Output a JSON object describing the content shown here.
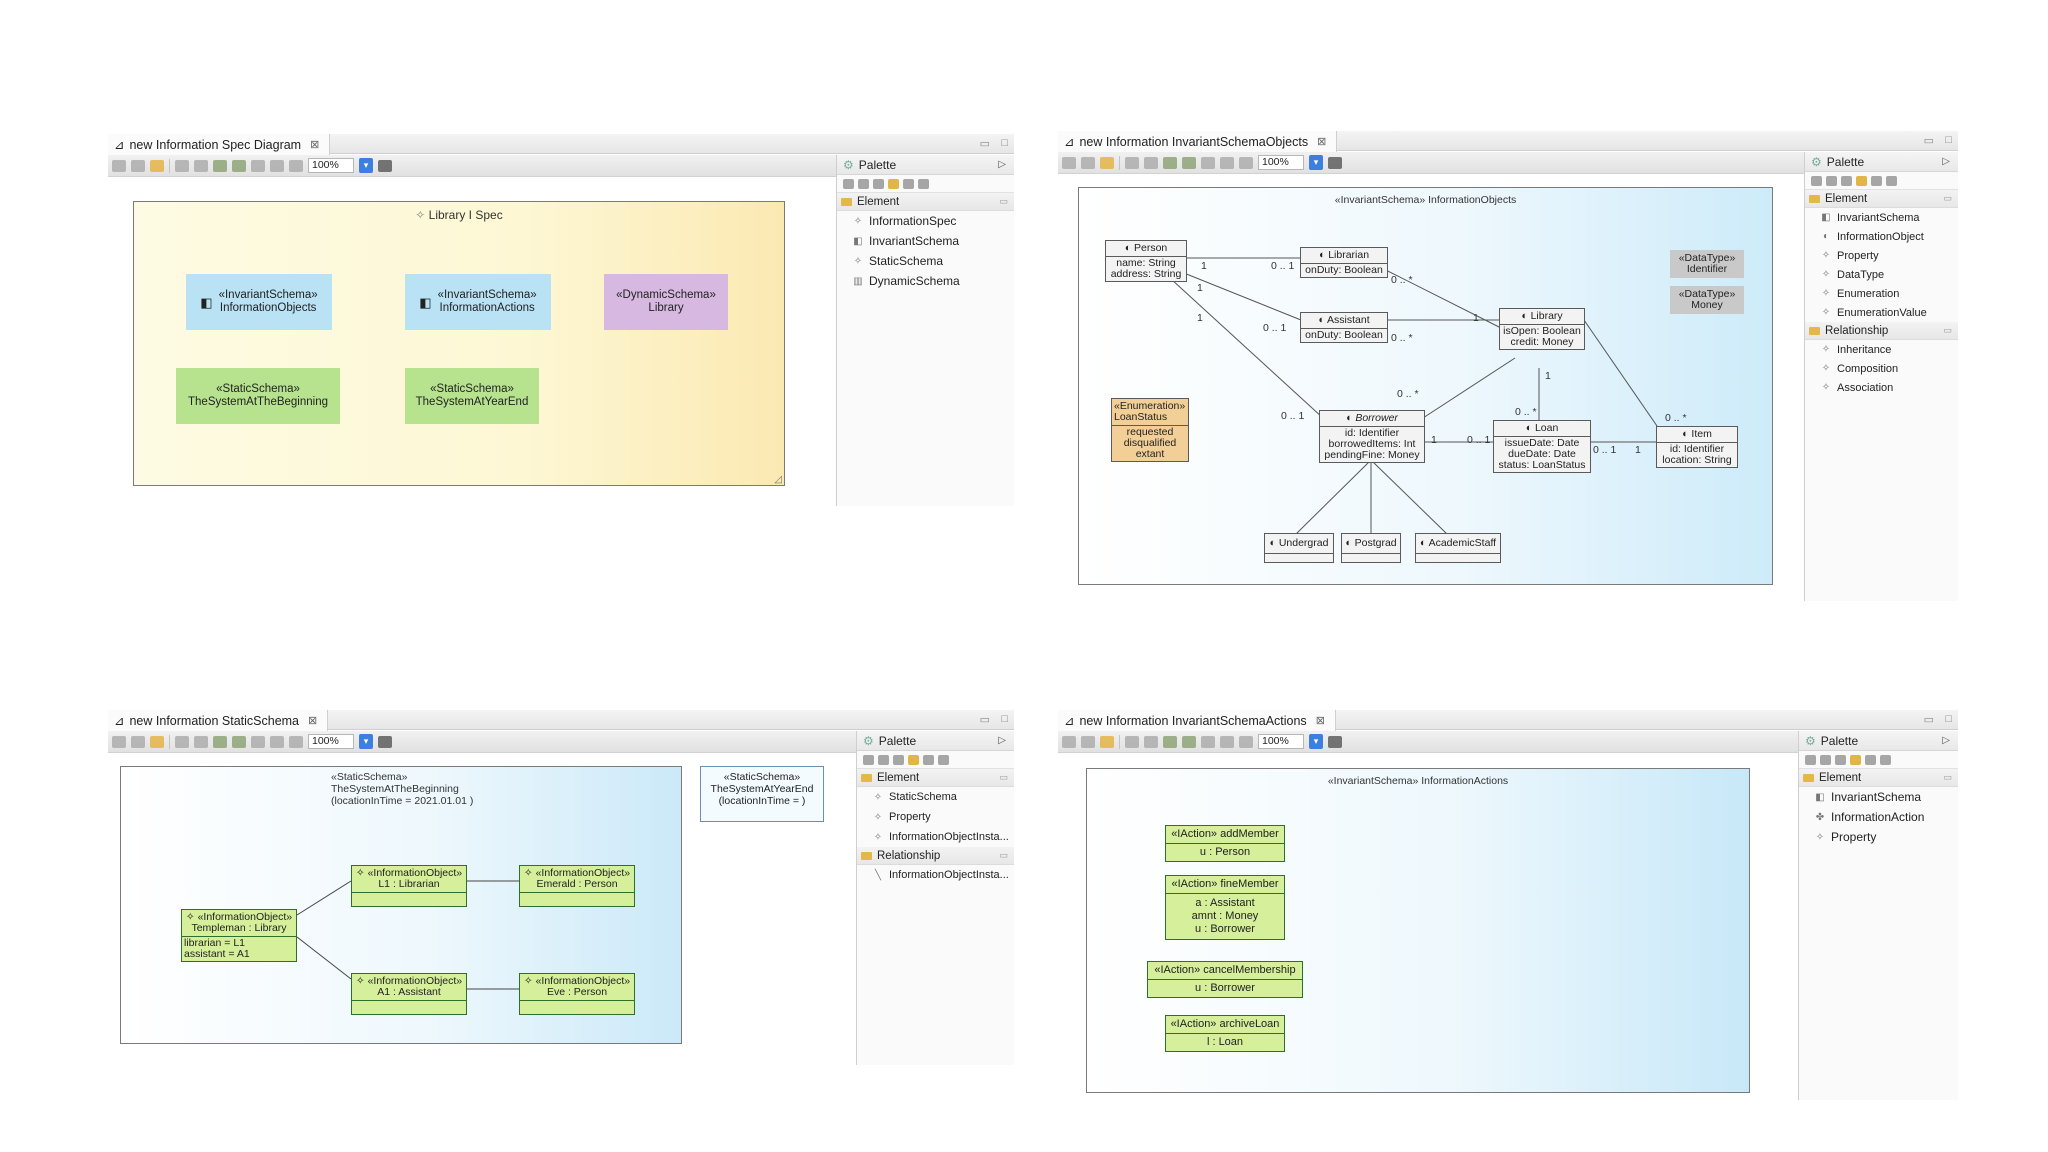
{
  "toolbar": {
    "zoom": "100%"
  },
  "palette": {
    "title": "Palette",
    "group_element": "Element",
    "group_relationship": "Relationship"
  },
  "panel1": {
    "tab": "new Information Spec Diagram",
    "package": "Library I Spec",
    "nodes": [
      {
        "stereo": "«InvariantSchema»",
        "name": "InformationObjects"
      },
      {
        "stereo": "«InvariantSchema»",
        "name": "InformationActions"
      },
      {
        "stereo": "«DynamicSchema»",
        "name": "Library"
      },
      {
        "stereo": "«StaticSchema»",
        "name": "TheSystemAtTheBeginning"
      },
      {
        "stereo": "«StaticSchema»",
        "name": "TheSystemAtYearEnd"
      }
    ],
    "palette_items": [
      "InformationSpec",
      "InvariantSchema",
      "StaticSchema",
      "DynamicSchema"
    ]
  },
  "panel2": {
    "tab": "new Information InvariantSchemaObjects",
    "title": "«InvariantSchema» InformationObjects",
    "classes": {
      "person": {
        "name": "Person",
        "attrs": [
          "name: String",
          "address: String"
        ]
      },
      "librarian": {
        "name": "Librarian",
        "attrs": [
          "onDuty: Boolean"
        ]
      },
      "assistant": {
        "name": "Assistant",
        "attrs": [
          "onDuty: Boolean"
        ]
      },
      "library": {
        "name": "Library",
        "attrs": [
          "isOpen: Boolean",
          "credit: Money"
        ]
      },
      "borrower": {
        "name": "Borrower",
        "attrs": [
          "id: Identifier",
          "borrowedItems: Int",
          "pendingFine: Money"
        ]
      },
      "loan": {
        "name": "Loan",
        "attrs": [
          "issueDate: Date",
          "dueDate: Date",
          "status: LoanStatus"
        ]
      },
      "item": {
        "name": "Item",
        "attrs": [
          "id: Identifier",
          "location: String"
        ]
      },
      "undergrad": {
        "name": "Undergrad"
      },
      "postgrad": {
        "name": "Postgrad"
      },
      "academic": {
        "name": "AcademicStaff"
      }
    },
    "datatypes": [
      {
        "stereo": "«DataType»",
        "name": "Identifier"
      },
      {
        "stereo": "«DataType»",
        "name": "Money"
      }
    ],
    "enumeration": {
      "stereo": "«Enumeration»",
      "name": "LoanStatus",
      "values": [
        "requested",
        "disqualified",
        "extant"
      ]
    },
    "multiplicities": [
      "1",
      "0 .. 1",
      "0 .. *",
      "1",
      "0 .. 1",
      "0 .. *",
      "1",
      "1",
      "0 .. *",
      "0 .. 1",
      "1",
      "0 .. 1",
      "0 .. *",
      "1",
      "0 .. 1",
      "1",
      "0 .. *"
    ],
    "palette_elements": [
      "InvariantSchema",
      "InformationObject",
      "Property",
      "DataType",
      "Enumeration",
      "EnumerationValue"
    ],
    "palette_relationships": [
      "Inheritance",
      "Composition",
      "Association"
    ]
  },
  "panel3": {
    "tab": "new Information StaticSchema",
    "header": [
      "«StaticSchema»",
      "TheSystemAtTheBeginning",
      "(locationInTime = 2021.01.01 )"
    ],
    "side_box": [
      "«StaticSchema»",
      "TheSystemAtYearEnd",
      "(locationInTime = )"
    ],
    "objects": {
      "templeman": {
        "stereo": "«InformationObject»",
        "name": "Templeman : Library",
        "attrs": [
          "librarian = L1",
          "assistant = A1"
        ]
      },
      "l1": {
        "stereo": "«InformationObject»",
        "name": "L1 : Librarian"
      },
      "emerald": {
        "stereo": "«InformationObject»",
        "name": "Emerald : Person"
      },
      "a1": {
        "stereo": "«InformationObject»",
        "name": "A1 : Assistant"
      },
      "eve": {
        "stereo": "«InformationObject»",
        "name": "Eve : Person"
      }
    },
    "palette_elements": [
      "StaticSchema",
      "Property",
      "InformationObjectInsta..."
    ],
    "palette_relationships": [
      "InformationObjectInsta..."
    ]
  },
  "panel4": {
    "tab": "new Information InvariantSchemaActions",
    "title": "«InvariantSchema» InformationActions",
    "actions": [
      {
        "name": "«IAction» addMember",
        "params": [
          "u : Person"
        ]
      },
      {
        "name": "«IAction» fineMember",
        "params": [
          "a : Assistant",
          "amnt : Money",
          "u : Borrower"
        ]
      },
      {
        "name": "«IAction» cancelMembership",
        "params": [
          "u : Borrower"
        ]
      },
      {
        "name": "«IAction» archiveLoan",
        "params": [
          "l : Loan"
        ]
      }
    ],
    "palette_elements": [
      "InvariantSchema",
      "InformationAction",
      "Property"
    ]
  },
  "colors": {
    "invariant": "#b9e2f5",
    "dynamic": "#d7b8e0",
    "static": "#b7e38f",
    "object_box": "#d6ef9a",
    "enum": "#f2cf96",
    "datatype": "#c9c9c9",
    "class_hd": "#e9e9e9"
  }
}
